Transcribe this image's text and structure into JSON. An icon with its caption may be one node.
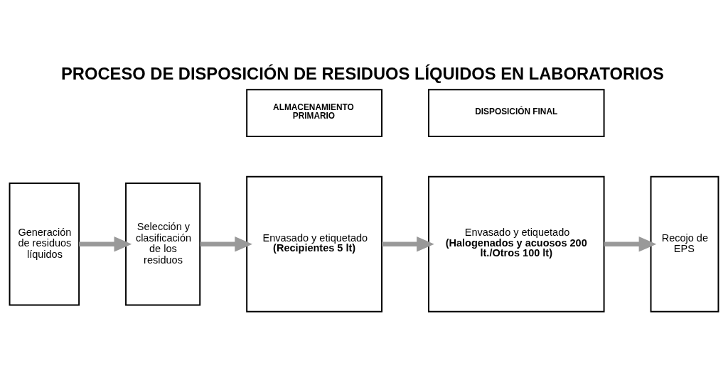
{
  "diagram": {
    "title": "PROCESO DE DISPOSICIÓN DE RESIDUOS LÍQUIDOS EN LABORATORIOS",
    "nodes": [
      {
        "text": [
          "Generación de residuos líquidos"
        ]
      },
      {
        "text": [
          "Selección y clasificación de los residuos"
        ]
      },
      {
        "text": [
          "ALMACENAMIENTO PRIMARIO"
        ]
      },
      {
        "text": [
          "Envasado y etiquetado",
          "(Recipientes 5 lt)"
        ]
      },
      {
        "text": [
          "DISPOSICIÓN FINAL"
        ]
      },
      {
        "text": [
          "Envasado y etiquetado",
          "(Halogenados y acuosos 200 lt./Otros 100 lt)"
        ]
      },
      {
        "text": [
          "Recojo de EPS"
        ]
      }
    ],
    "edges": [
      {
        "from": 0,
        "to": 1,
        "arrow": "to"
      },
      {
        "from": 1,
        "to": 3,
        "arrow": "to"
      },
      {
        "from": 3,
        "to": 5,
        "arrow": "to"
      },
      {
        "from": 5,
        "to": 6,
        "arrow": "to"
      }
    ]
  }
}
